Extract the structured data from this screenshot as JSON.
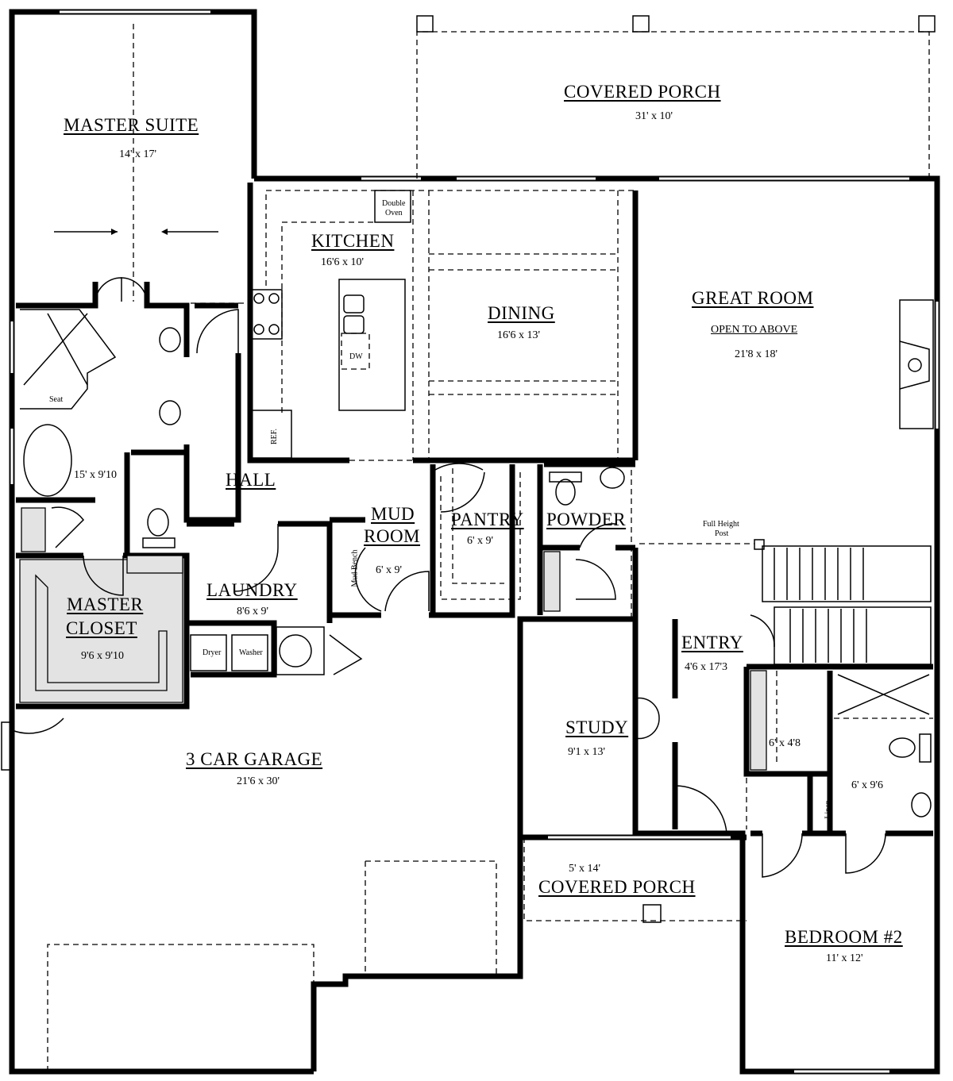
{
  "rooms": {
    "covered_porch_rear": {
      "name": "COVERED PORCH",
      "dim": "31' x 10'"
    },
    "master_suite": {
      "name": "MASTER SUITE",
      "dim": "14' x 17'"
    },
    "kitchen": {
      "name": "KITCHEN",
      "dim": "16'6 x 10'"
    },
    "dining": {
      "name": "DINING",
      "dim": "16'6 x 13'"
    },
    "great_room": {
      "name": "GREAT ROOM",
      "note": "OPEN TO ABOVE",
      "dim": "21'8 x 18'"
    },
    "master_bath": {
      "dim": "15' x 9'10"
    },
    "hall": {
      "name": "HALL"
    },
    "mud_room": {
      "name_line1": "MUD",
      "name_line2": "ROOM",
      "dim": "6' x 9'"
    },
    "pantry": {
      "name": "PANTRY",
      "dim": "6' x 9'"
    },
    "powder": {
      "name": "POWDER"
    },
    "laundry": {
      "name": "LAUNDRY",
      "dim": "8'6 x 9'"
    },
    "master_closet": {
      "name_line1": "MASTER",
      "name_line2": "CLOSET",
      "dim": "9'6 x 9'10"
    },
    "entry": {
      "name": "ENTRY",
      "dim": "4'6 x 17'3"
    },
    "study": {
      "name": "STUDY",
      "dim": "9'1 x 13'"
    },
    "garage": {
      "name": "3 CAR GARAGE",
      "dim": "21'6 x 30'"
    },
    "covered_porch_front": {
      "name": "COVERED PORCH",
      "dim": "5' x 14'"
    },
    "bedroom2": {
      "name": "BEDROOM #2",
      "dim": "11' x 12'"
    },
    "bed2_closet": {
      "dim": "6' x 4'8"
    },
    "bed2_bath": {
      "dim": "6' x 9'6"
    }
  },
  "fixtures": {
    "double_oven_line1": "Double",
    "double_oven_line2": "Oven",
    "dw": "DW",
    "ref": "REF.",
    "seat": "Seat",
    "dryer": "Dryer",
    "washer": "Washer",
    "mud_bench": "Mud Bench",
    "linen": "Linen",
    "post_line1": "Full Height",
    "post_line2": "Post"
  }
}
